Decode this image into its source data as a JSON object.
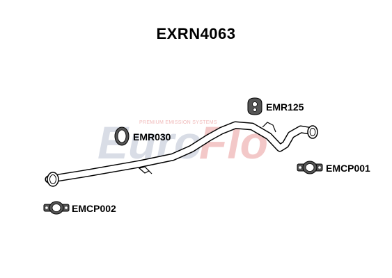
{
  "part_number": "EXRN4063",
  "watermark": {
    "brand_euro": "Euro",
    "brand_flo": "Flo",
    "tagline": "PREMIUM EMISSION SYSTEMS",
    "euro_color": "#d9dde6",
    "flo_color": "#f3c8c8"
  },
  "components": [
    {
      "code": "EMR125",
      "type": "rubber-hanger"
    },
    {
      "code": "EMR030",
      "type": "gasket-ring"
    },
    {
      "code": "EMCP001",
      "type": "pipe-clamp"
    },
    {
      "code": "EMCP002",
      "type": "pipe-clamp"
    }
  ],
  "colors": {
    "line": "#000000",
    "part_fill": "#555555",
    "pipe_fill": "#ffffff"
  }
}
